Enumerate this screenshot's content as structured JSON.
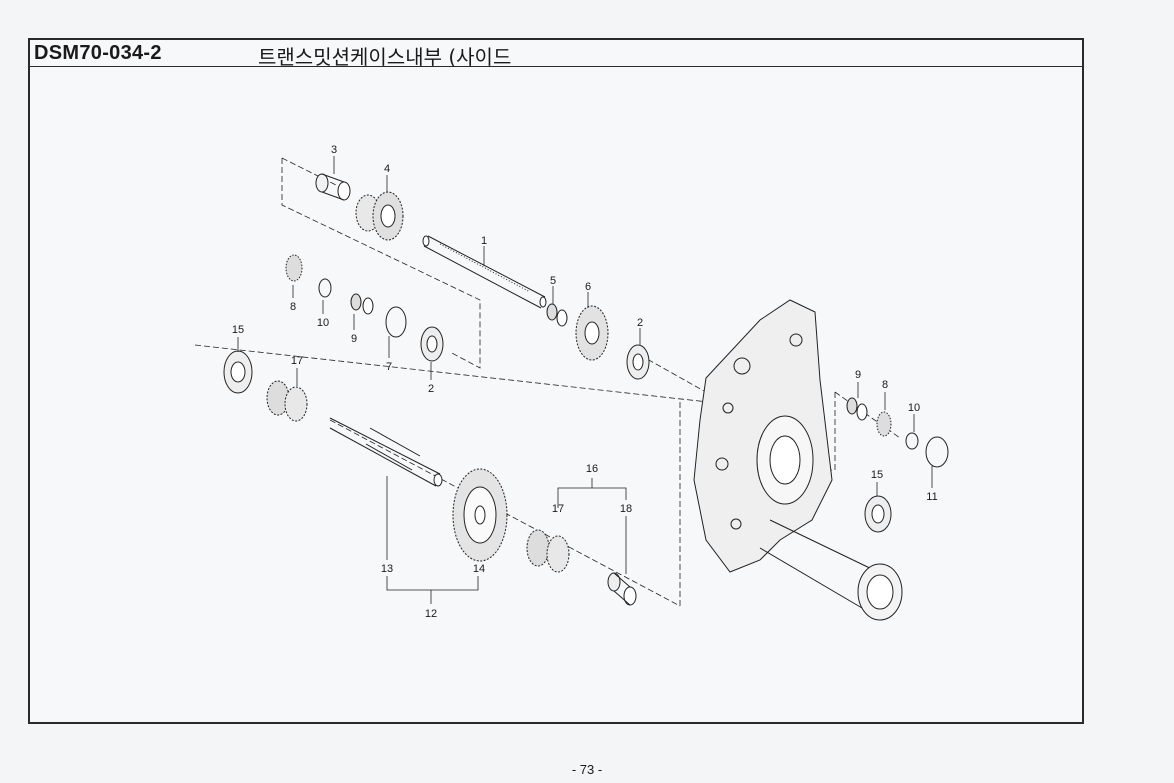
{
  "header": {
    "code": "DSM70-034-2",
    "title": "트랜스밋션케이스내부 (사이드"
  },
  "diagram": {
    "labels": {
      "l1": "1",
      "l2a": "2",
      "l2b": "2",
      "l3": "3",
      "l4": "4",
      "l5": "5",
      "l6": "6",
      "l7": "7",
      "l8a": "8",
      "l8b": "8",
      "l9a": "9",
      "l9b": "9",
      "l10a": "10",
      "l10b": "10",
      "l11": "11",
      "l12": "12",
      "l13": "13",
      "l14": "14",
      "l15a": "15",
      "l15b": "15",
      "l16": "16",
      "l17a": "17",
      "l17b": "17",
      "l18": "18"
    }
  },
  "footer": {
    "page": "- 73 -"
  }
}
